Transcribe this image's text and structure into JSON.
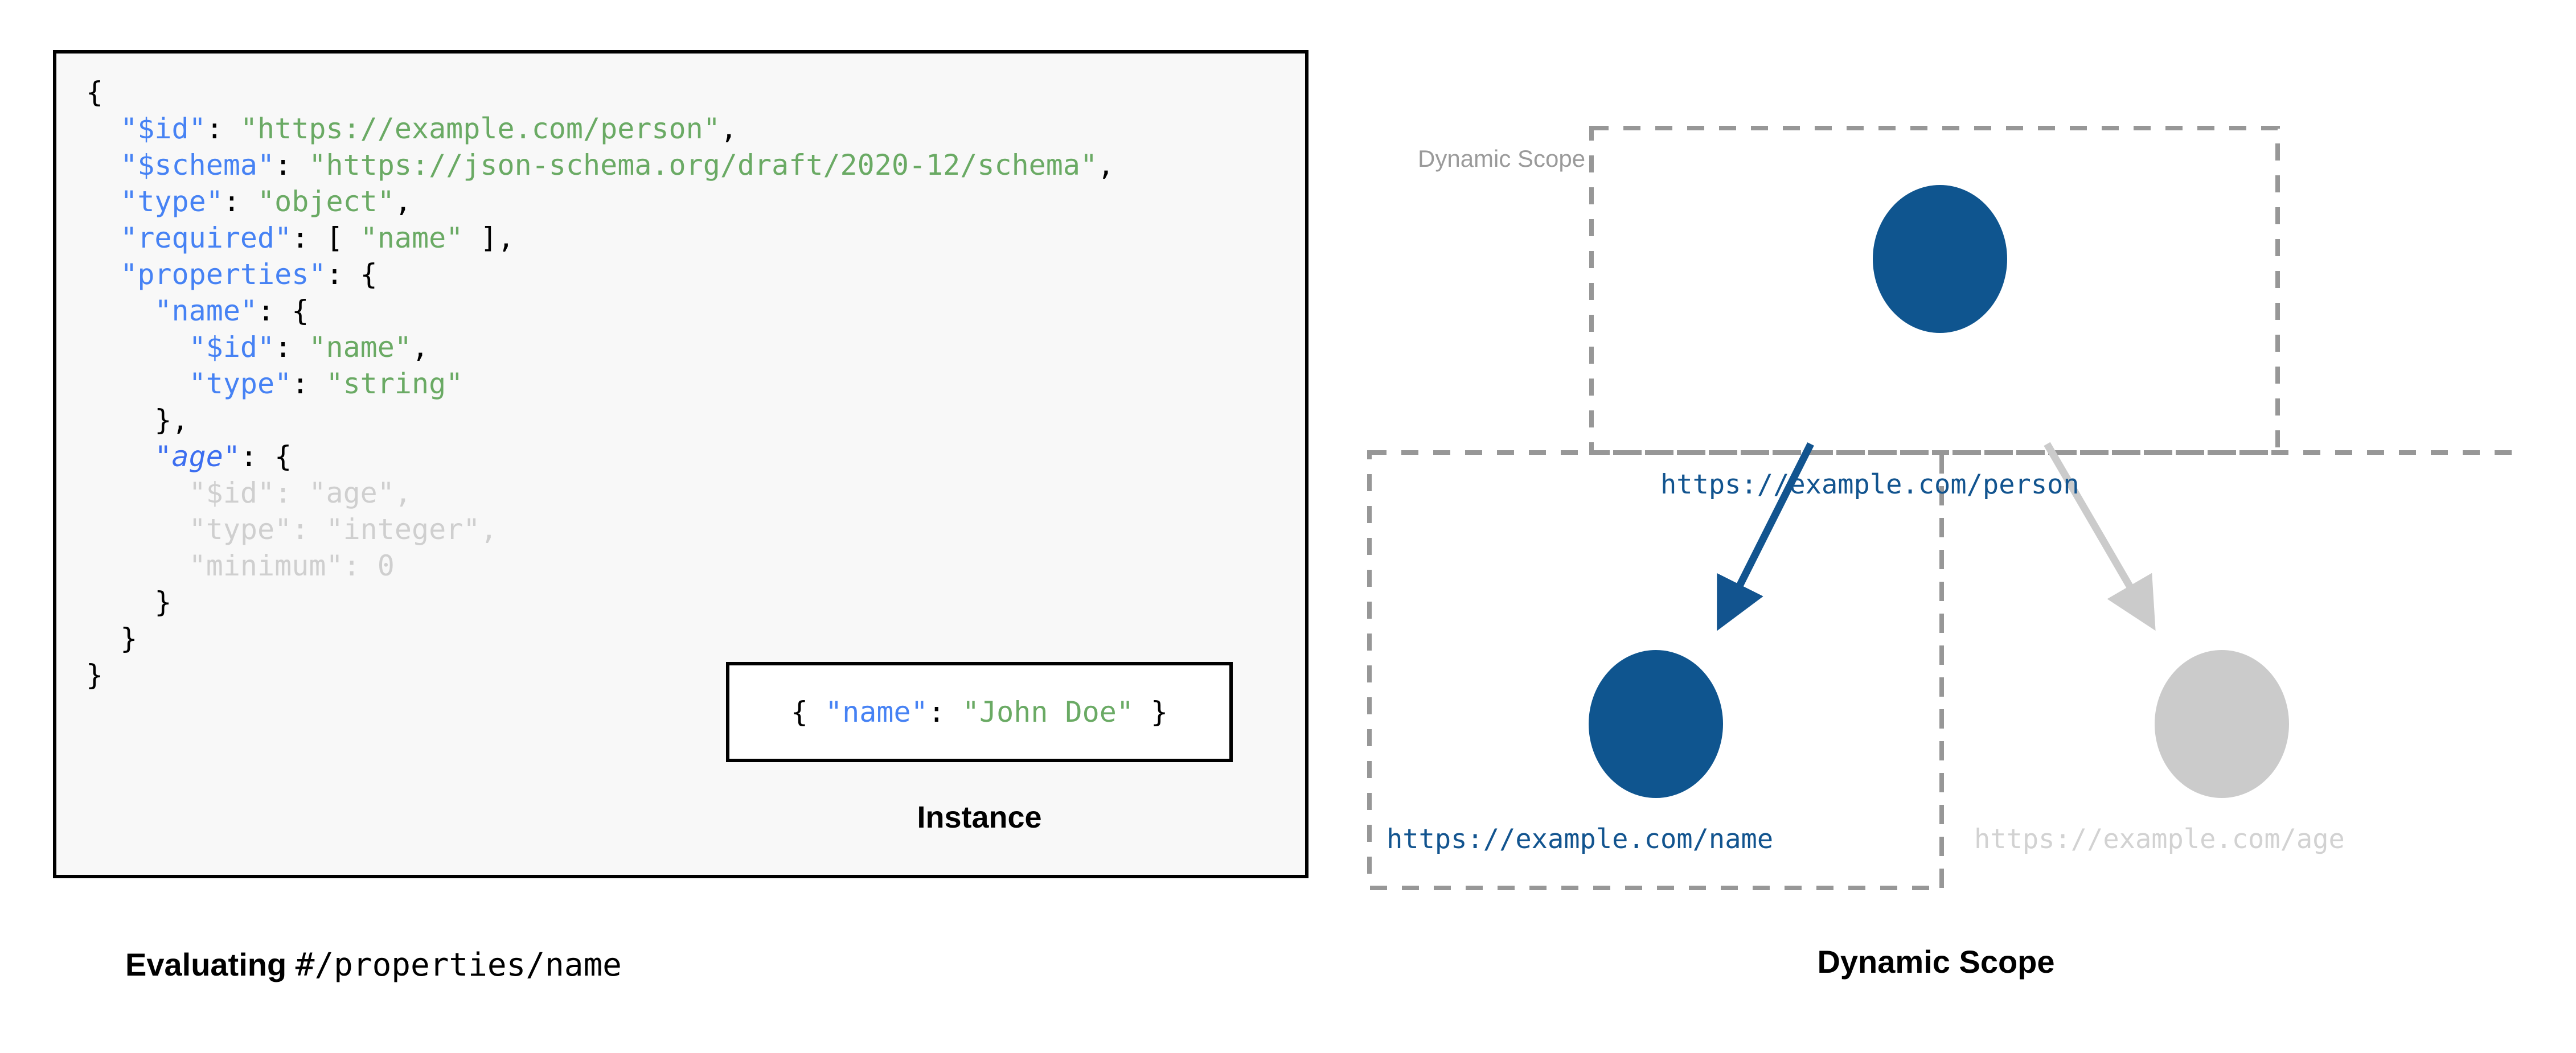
{
  "left_panel": {
    "schema_code_lines": [
      "{",
      "  \"$id\": \"https://example.com/person\",",
      "  \"$schema\": \"https://json-schema.org/draft/2020-12/schema\",",
      "  \"type\": \"object\",",
      "  \"required\": [ \"name\" ],",
      "  \"properties\": {",
      "    \"name\": {",
      "      \"$id\": \"name\",",
      "      \"type\": \"string\"",
      "    },",
      "    \"age\": {",
      "      \"$id\": \"age\",",
      "      \"type\": \"integer\",",
      "      \"minimum\": 0",
      "    }",
      "  }",
      "}"
    ],
    "instance_code": "{ \"name\": \"John Doe\" }",
    "instance_caption": "Instance",
    "caption_bold": "Evaluating",
    "caption_mono": "#/properties/name"
  },
  "right_panel": {
    "caption": "Dynamic Scope",
    "scope_box_title": "Dynamic Scope",
    "nodes": [
      {
        "id": "person",
        "label": "https://example.com/person",
        "state": "active"
      },
      {
        "id": "name",
        "label": "https://example.com/name",
        "state": "active"
      },
      {
        "id": "age",
        "label": "https://example.com/age",
        "state": "dimmed"
      }
    ],
    "edges": [
      {
        "from": "person",
        "to": "name",
        "state": "active"
      },
      {
        "from": "person",
        "to": "age",
        "state": "dimmed"
      }
    ]
  },
  "colors": {
    "accent_blue": "#12548f",
    "node_blue": "#0f558f",
    "dim_grey": "#cbcbcb",
    "label_dim_grey": "#d2d2d2",
    "dash_grey": "#979797",
    "code_bg": "#f8f8f8",
    "key_blue": "#4682f4",
    "string_green": "#6aaa64",
    "border_black": "#000000"
  }
}
